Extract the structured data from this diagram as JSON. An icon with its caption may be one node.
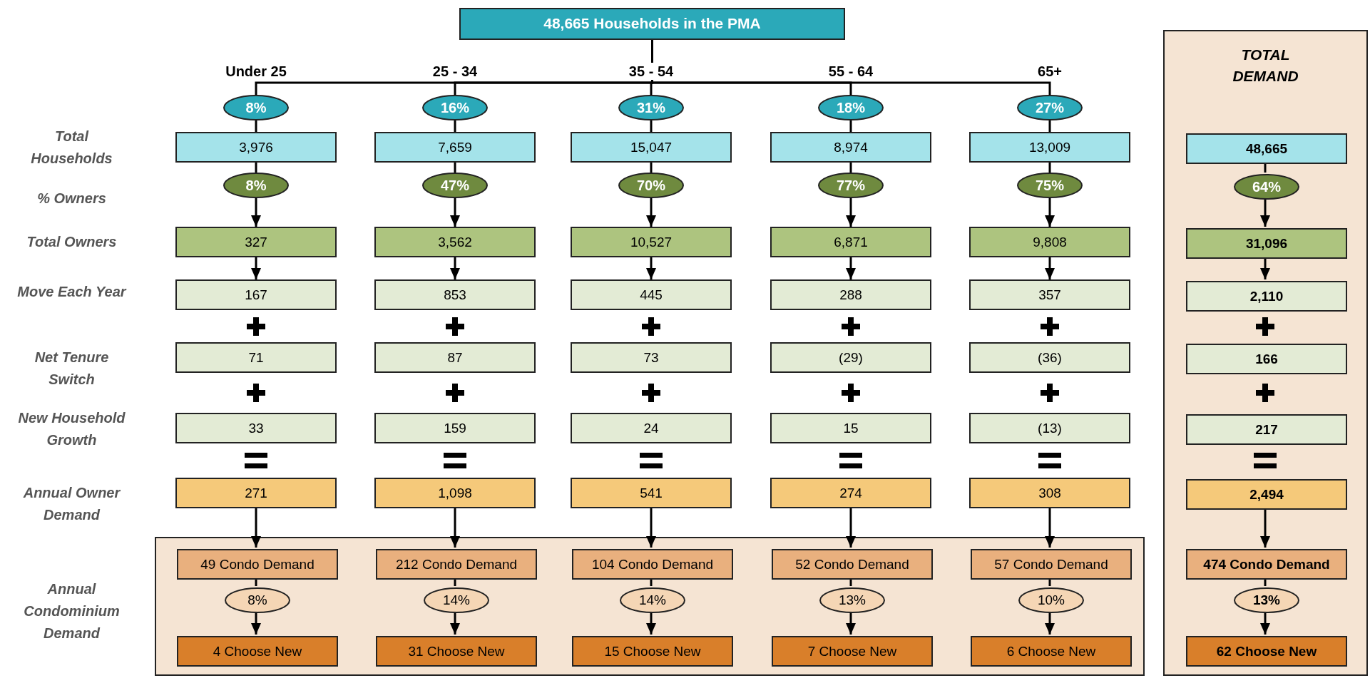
{
  "diagram": {
    "nodes": [
      {
        "text": [
          "48,665 Households in the PMA"
        ]
      },
      {
        "text": [
          "TOTAL DEMAND"
        ]
      },
      {
        "text": [],
        "shape": "box"
      },
      {
        "text": [
          "8%"
        ],
        "beside": [
          "Under 25"
        ]
      },
      {
        "text": [
          "3,976"
        ]
      },
      {
        "text": [
          "8%"
        ]
      },
      {
        "text": [
          "327"
        ]
      },
      {
        "text": [
          "167"
        ]
      },
      {
        "text": [
          "71"
        ]
      },
      {
        "text": [
          "33"
        ]
      },
      {
        "text": [
          "271"
        ]
      },
      {
        "text": [
          "49 Condo Demand"
        ],
        "in": 2
      },
      {
        "text": [
          "8%"
        ],
        "in": 2
      },
      {
        "text": [
          "4 Choose New"
        ],
        "in": 2
      },
      {
        "text": [
          "16%"
        ],
        "beside": [
          "25 - 34"
        ]
      },
      {
        "text": [
          "7,659"
        ]
      },
      {
        "text": [
          "47%"
        ]
      },
      {
        "text": [
          "3,562"
        ]
      },
      {
        "text": [
          "853"
        ]
      },
      {
        "text": [
          "87"
        ]
      },
      {
        "text": [
          "159"
        ]
      },
      {
        "text": [
          "1,098"
        ]
      },
      {
        "text": [
          "212 Condo Demand"
        ],
        "in": 2
      },
      {
        "text": [
          "14%"
        ],
        "in": 2
      },
      {
        "text": [
          "31 Choose New"
        ],
        "in": 2
      },
      {
        "text": [
          "31%"
        ],
        "beside": [
          "35 - 54"
        ]
      },
      {
        "text": [
          "15,047"
        ]
      },
      {
        "text": [
          "70%"
        ]
      },
      {
        "text": [
          "10,527"
        ]
      },
      {
        "text": [
          "445"
        ]
      },
      {
        "text": [
          "73"
        ]
      },
      {
        "text": [
          "24"
        ]
      },
      {
        "text": [
          "541"
        ]
      },
      {
        "text": [
          "104 Condo Demand"
        ],
        "in": 2
      },
      {
        "text": [
          "14%"
        ],
        "in": 2
      },
      {
        "text": [
          "15 Choose New"
        ],
        "in": 2
      },
      {
        "text": [
          "18%"
        ],
        "beside": [
          "55 - 64"
        ]
      },
      {
        "text": [
          "8,974"
        ]
      },
      {
        "text": [
          "77%"
        ]
      },
      {
        "text": [
          "6,871"
        ]
      },
      {
        "text": [
          "288"
        ]
      },
      {
        "text": [
          "(29)"
        ]
      },
      {
        "text": [
          "15"
        ]
      },
      {
        "text": [
          "274"
        ]
      },
      {
        "text": [
          "52 Condo Demand"
        ],
        "in": 2
      },
      {
        "text": [
          "13%"
        ],
        "in": 2
      },
      {
        "text": [
          "7 Choose New"
        ],
        "in": 2
      },
      {
        "text": [
          "27%"
        ],
        "beside": [
          "65+"
        ]
      },
      {
        "text": [
          "13,009"
        ]
      },
      {
        "text": [
          "75%"
        ]
      },
      {
        "text": [
          "9,808"
        ]
      },
      {
        "text": [
          "357"
        ]
      },
      {
        "text": [
          "(36)"
        ]
      },
      {
        "text": [
          "(13)"
        ]
      },
      {
        "text": [
          "308"
        ]
      },
      {
        "text": [
          "57 Condo Demand"
        ],
        "in": 2
      },
      {
        "text": [
          "10%"
        ],
        "in": 2
      },
      {
        "text": [
          "6 Choose New"
        ],
        "in": 2
      },
      {
        "text": [
          "48,665"
        ],
        "in": 1
      },
      {
        "text": [
          "64%"
        ],
        "in": 1
      },
      {
        "text": [
          "31,096"
        ],
        "in": 1
      },
      {
        "text": [
          "2,110"
        ],
        "in": 1
      },
      {
        "text": [
          "166"
        ],
        "in": 1
      },
      {
        "text": [
          "217"
        ],
        "in": 1
      },
      {
        "text": [
          "2,494"
        ],
        "in": 1
      },
      {
        "text": [
          "474 Condo Demand"
        ],
        "in": 1
      },
      {
        "text": [
          "13%"
        ],
        "in": 1
      },
      {
        "text": [
          "62 Choose New"
        ],
        "in": 1
      }
    ],
    "edges": [
      {
        "from": 0,
        "to": 3,
        "arrow": "none"
      },
      {
        "from": 0,
        "to": 14,
        "arrow": "none"
      },
      {
        "from": 0,
        "to": 25,
        "arrow": "none"
      },
      {
        "from": 0,
        "to": 36,
        "arrow": "none"
      },
      {
        "from": 0,
        "to": 47,
        "arrow": "none"
      },
      {
        "from": 3,
        "to": 4,
        "arrow": "none"
      },
      {
        "from": 4,
        "to": 5,
        "arrow": "none"
      },
      {
        "from": 5,
        "to": 6,
        "arrow": "to"
      },
      {
        "from": 6,
        "to": 7,
        "arrow": "to"
      },
      {
        "from": 10,
        "to": 11,
        "arrow": "to"
      },
      {
        "from": 11,
        "to": 12,
        "arrow": "none"
      },
      {
        "from": 12,
        "to": 13,
        "arrow": "to"
      },
      {
        "from": 14,
        "to": 15,
        "arrow": "none"
      },
      {
        "from": 15,
        "to": 16,
        "arrow": "none"
      },
      {
        "from": 16,
        "to": 17,
        "arrow": "to"
      },
      {
        "from": 17,
        "to": 18,
        "arrow": "to"
      },
      {
        "from": 21,
        "to": 22,
        "arrow": "to"
      },
      {
        "from": 22,
        "to": 23,
        "arrow": "none"
      },
      {
        "from": 23,
        "to": 24,
        "arrow": "to"
      },
      {
        "from": 25,
        "to": 26,
        "arrow": "none"
      },
      {
        "from": 26,
        "to": 27,
        "arrow": "none"
      },
      {
        "from": 27,
        "to": 28,
        "arrow": "to"
      },
      {
        "from": 28,
        "to": 29,
        "arrow": "to"
      },
      {
        "from": 32,
        "to": 33,
        "arrow": "to"
      },
      {
        "from": 33,
        "to": 34,
        "arrow": "none"
      },
      {
        "from": 34,
        "to": 35,
        "arrow": "to"
      },
      {
        "from": 36,
        "to": 37,
        "arrow": "none"
      },
      {
        "from": 37,
        "to": 38,
        "arrow": "none"
      },
      {
        "from": 38,
        "to": 39,
        "arrow": "to"
      },
      {
        "from": 39,
        "to": 40,
        "arrow": "to"
      },
      {
        "from": 43,
        "to": 44,
        "arrow": "to"
      },
      {
        "from": 44,
        "to": 45,
        "arrow": "none"
      },
      {
        "from": 45,
        "to": 46,
        "arrow": "to"
      },
      {
        "from": 47,
        "to": 48,
        "arrow": "none"
      },
      {
        "from": 48,
        "to": 49,
        "arrow": "none"
      },
      {
        "from": 49,
        "to": 50,
        "arrow": "to"
      },
      {
        "from": 50,
        "to": 51,
        "arrow": "to"
      },
      {
        "from": 54,
        "to": 55,
        "arrow": "to"
      },
      {
        "from": 55,
        "to": 56,
        "arrow": "none"
      },
      {
        "from": 56,
        "to": 57,
        "arrow": "to"
      },
      {
        "from": 58,
        "to": 59,
        "arrow": "none"
      },
      {
        "from": 59,
        "to": 60,
        "arrow": "to"
      },
      {
        "from": 60,
        "to": 61,
        "arrow": "to"
      },
      {
        "from": 64,
        "to": 65,
        "arrow": "to"
      },
      {
        "from": 65,
        "to": 66,
        "arrow": "none"
      },
      {
        "from": 66,
        "to": 67,
        "arrow": "to"
      }
    ],
    "labels": [
      "Total Households",
      "% Owners",
      "Total Owners",
      "Move Each Year",
      "Net Tenure Switch",
      "New Household Growth",
      "Annual Owner Demand",
      "Annual Condominium Demand"
    ]
  }
}
